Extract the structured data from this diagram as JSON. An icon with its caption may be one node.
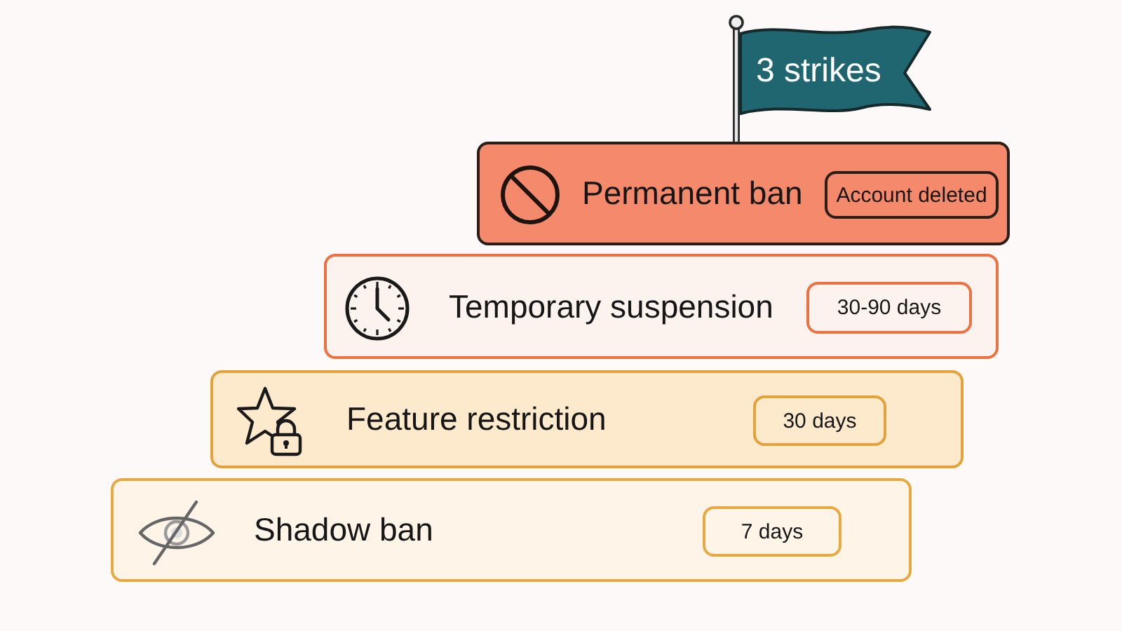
{
  "diagram": {
    "nodes": [
      {
        "text": [
          "3 strikes"
        ]
      },
      {
        "text": [
          "Permanent ban"
        ]
      },
      {
        "text": [
          "Account deleted"
        ],
        "in": 1
      },
      {
        "text": [
          "Temporary suspension"
        ]
      },
      {
        "text": [
          "30-90 days"
        ],
        "in": 3
      },
      {
        "text": [
          "Feature restriction"
        ]
      },
      {
        "text": [
          "30 days"
        ],
        "in": 5
      },
      {
        "text": [
          "Shadow ban"
        ]
      },
      {
        "text": [
          "7 days"
        ],
        "in": 7
      }
    ]
  }
}
